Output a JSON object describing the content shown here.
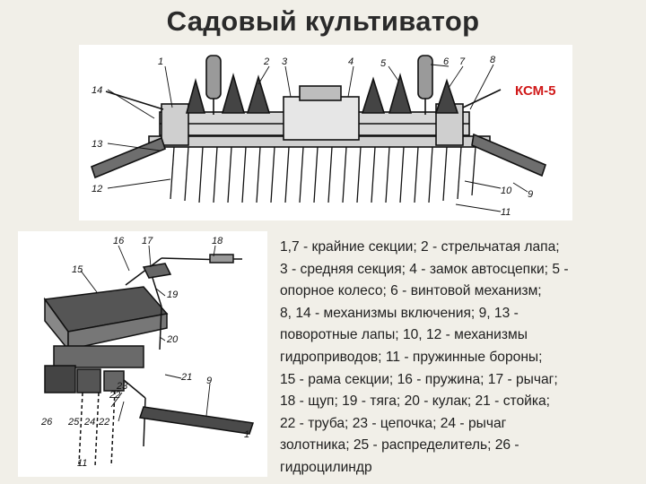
{
  "title": "Садовый культиватор",
  "top_figure": {
    "model_label": "КСМ-5",
    "callouts": [
      "1",
      "2",
      "3",
      "4",
      "5",
      "6",
      "7",
      "8",
      "9",
      "10",
      "11",
      "12",
      "13",
      "14"
    ]
  },
  "bottom_figure": {
    "callouts": [
      "16",
      "17",
      "18",
      "15",
      "19",
      "20",
      "21",
      "9",
      "22",
      "23",
      "26",
      "25",
      "24",
      "22",
      "1",
      "11"
    ]
  },
  "legend_lines": [
    "1,7 - крайние секции; 2 - стрельчатая лапа;",
    "3 - средняя секция; 4 - замок автосцепки; 5 -",
    "опорное колесо; 6 - винтовой механизм;",
    "8, 14 - механизмы включения; 9, 13 -",
    "поворотные лапы; 10, 12 - механизмы",
    "гидроприводов; 11 - пружинные бороны;",
    "15 - рама секции; 16 -  пружина; 17 - рычаг;",
    "18 - щуп; 19 - тяга; 20 - кулак; 21 - стойка;",
    "22 - труба; 23 - цепочка; 24 - рычаг",
    "золотника; 25 - распределитель; 26 -",
    "гидроцилиндр"
  ]
}
